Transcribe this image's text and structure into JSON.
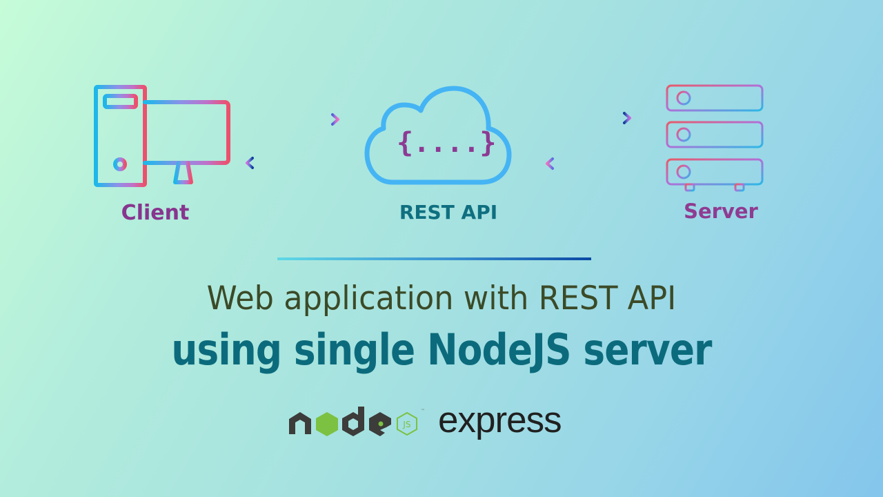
{
  "diagram": {
    "nodes": [
      {
        "id": "client",
        "label": "Client",
        "icon": "desktop-computer-icon"
      },
      {
        "id": "api",
        "label": "REST API",
        "icon": "cloud-icon",
        "inner_text": "{....}"
      },
      {
        "id": "server",
        "label": "Server",
        "icon": "server-rack-icon"
      }
    ],
    "edges": [
      {
        "from": "client",
        "to": "api",
        "direction": "right"
      },
      {
        "from": "api",
        "to": "client",
        "direction": "left"
      },
      {
        "from": "api",
        "to": "server",
        "direction": "right"
      },
      {
        "from": "server",
        "to": "api",
        "direction": "left"
      }
    ]
  },
  "headline": {
    "subtitle": "Web application with REST API",
    "title": "using single NodeJS server"
  },
  "logos": {
    "node": "node",
    "node_js_badge": "JS",
    "express": "express"
  },
  "colors": {
    "label_purple": "#87358f",
    "label_teal": "#0f6f80",
    "title_teal": "#0b6b7c",
    "subtitle_olive": "#3b4a27",
    "cloud_blue": "#45b4f4",
    "node_green": "#7cc142",
    "node_dark": "#3c3c3a"
  }
}
